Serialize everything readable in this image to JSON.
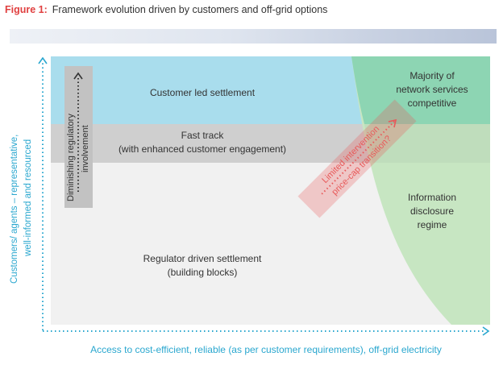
{
  "figure": {
    "label": "Figure 1:",
    "title": "Framework evolution driven by customers and off-grid options"
  },
  "axes": {
    "y_label_line1": "Customers/ agents – representative,",
    "y_label_line2": "well-informed and resourced",
    "x_label": "Access to cost-efficient, reliable (as per customer requirements), off-grid electricity"
  },
  "regions": {
    "customer_led": "Customer led settlement",
    "fast_track_line1": "Fast track",
    "fast_track_line2": "(with enhanced customer engagement)",
    "regulator_line1": "Regulator driven settlement",
    "regulator_line2": "(building blocks)",
    "majority_line1": "Majority of",
    "majority_line2": "network services",
    "majority_line3": "competitive",
    "info_line1": "Information",
    "info_line2": "disclosure",
    "info_line3": "regime"
  },
  "arrows": {
    "regulatory_line1": "Diminishing regulatory",
    "regulatory_line2": "involvement",
    "limited_line1": "Limited intervention",
    "limited_line2": "price-cap transition?"
  },
  "colors": {
    "title_label": "#e04040",
    "axis": "#2aa7cf",
    "customer_led": "#a9dded",
    "fast_track": "#cfcfcf",
    "regulator": "#f1f1f1",
    "majority": "#8dd5b3",
    "info": "#c7e6c2",
    "limited_arrow": "#e85a5a"
  }
}
